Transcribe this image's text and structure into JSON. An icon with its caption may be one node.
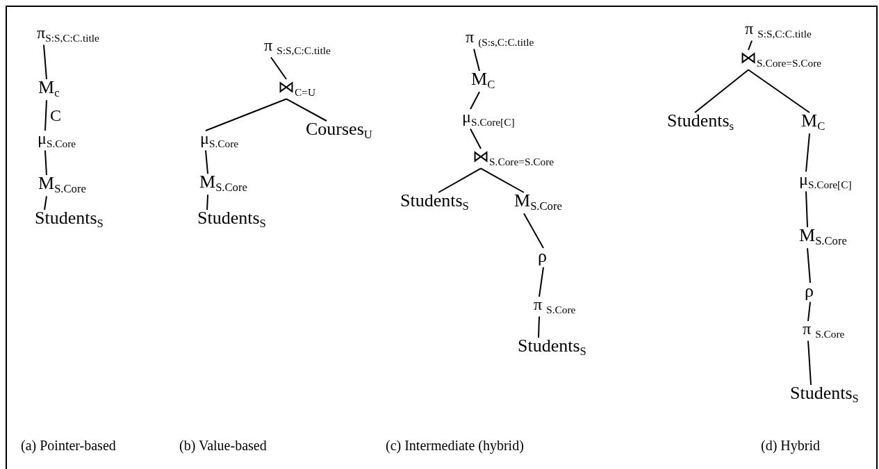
{
  "diagram": {
    "nodes": [
      {
        "text": [
          "π$_{S:S,C:C.title}$"
        ]
      },
      {
        "text": [
          "M$_{c}$"
        ]
      },
      {
        "text": [
          "μ$_{S.Core}$"
        ]
      },
      {
        "text": [
          "M$_{S.Core}$"
        ]
      },
      {
        "text": [
          "Students$_{S}$"
        ]
      },
      {
        "text": [
          "π $_{S:S,C:C.title}$"
        ]
      },
      {
        "text": [
          "⋈$_{C=U}$"
        ]
      },
      {
        "text": [
          "μ$_{S.Core}$"
        ]
      },
      {
        "text": [
          "Courses$_{U}$"
        ]
      },
      {
        "text": [
          "M$_{S.Core}$"
        ]
      },
      {
        "text": [
          "Students$_{S}$"
        ]
      },
      {
        "text": [
          "π $_{(S:s,C:C.title}$"
        ]
      },
      {
        "text": [
          "M$_{C}$"
        ]
      },
      {
        "text": [
          "μ$_{S.Core[C]}$"
        ]
      },
      {
        "text": [
          "⋈$_{S.Core=S.Core}$"
        ]
      },
      {
        "text": [
          "Students$_{S}$"
        ]
      },
      {
        "text": [
          "M$_{S.Core}$"
        ]
      },
      {
        "text": [
          "ρ"
        ]
      },
      {
        "text": [
          "π $_{S.Core}$"
        ]
      },
      {
        "text": [
          "Students$_{S}$"
        ]
      },
      {
        "text": [
          "π $_{S:S,C:C.title}$"
        ]
      },
      {
        "text": [
          "⋈$_{S.Core=S.Core}$"
        ]
      },
      {
        "text": [
          "Students$_{s}$"
        ]
      },
      {
        "text": [
          "M$_{C}$"
        ]
      },
      {
        "text": [
          "μ$_{S.Core[C]}$"
        ]
      },
      {
        "text": [
          "M$_{S.Core}$"
        ]
      },
      {
        "text": [
          "ρ"
        ]
      },
      {
        "text": [
          "π $_{S.Core}$"
        ]
      },
      {
        "text": [
          "Students$_{S}$"
        ]
      }
    ],
    "edges": [
      {
        "from": 0,
        "to": 1,
        "arrow": "none"
      },
      {
        "from": 1,
        "to": 2,
        "arrow": "none",
        "label": "C"
      },
      {
        "from": 2,
        "to": 3,
        "arrow": "none"
      },
      {
        "from": 3,
        "to": 4,
        "arrow": "none"
      },
      {
        "from": 5,
        "to": 6,
        "arrow": "none"
      },
      {
        "from": 6,
        "to": 7,
        "arrow": "none"
      },
      {
        "from": 6,
        "to": 8,
        "arrow": "none"
      },
      {
        "from": 7,
        "to": 9,
        "arrow": "none"
      },
      {
        "from": 9,
        "to": 10,
        "arrow": "none"
      },
      {
        "from": 11,
        "to": 12,
        "arrow": "none"
      },
      {
        "from": 12,
        "to": 13,
        "arrow": "none"
      },
      {
        "from": 13,
        "to": 14,
        "arrow": "none"
      },
      {
        "from": 14,
        "to": 15,
        "arrow": "none"
      },
      {
        "from": 14,
        "to": 16,
        "arrow": "none"
      },
      {
        "from": 16,
        "to": 17,
        "arrow": "none"
      },
      {
        "from": 17,
        "to": 18,
        "arrow": "none"
      },
      {
        "from": 18,
        "to": 19,
        "arrow": "none"
      },
      {
        "from": 20,
        "to": 21,
        "arrow": "none"
      },
      {
        "from": 21,
        "to": 22,
        "arrow": "none"
      },
      {
        "from": 21,
        "to": 23,
        "arrow": "none"
      },
      {
        "from": 23,
        "to": 24,
        "arrow": "none"
      },
      {
        "from": 24,
        "to": 25,
        "arrow": "none"
      },
      {
        "from": 25,
        "to": 26,
        "arrow": "none"
      },
      {
        "from": 26,
        "to": 27,
        "arrow": "none"
      },
      {
        "from": 27,
        "to": 28,
        "arrow": "none"
      }
    ],
    "labels": [
      "(a) Pointer-based",
      "(b) Value-based",
      "(c) Intermediate (hybrid)",
      "(d) Hybrid"
    ]
  }
}
